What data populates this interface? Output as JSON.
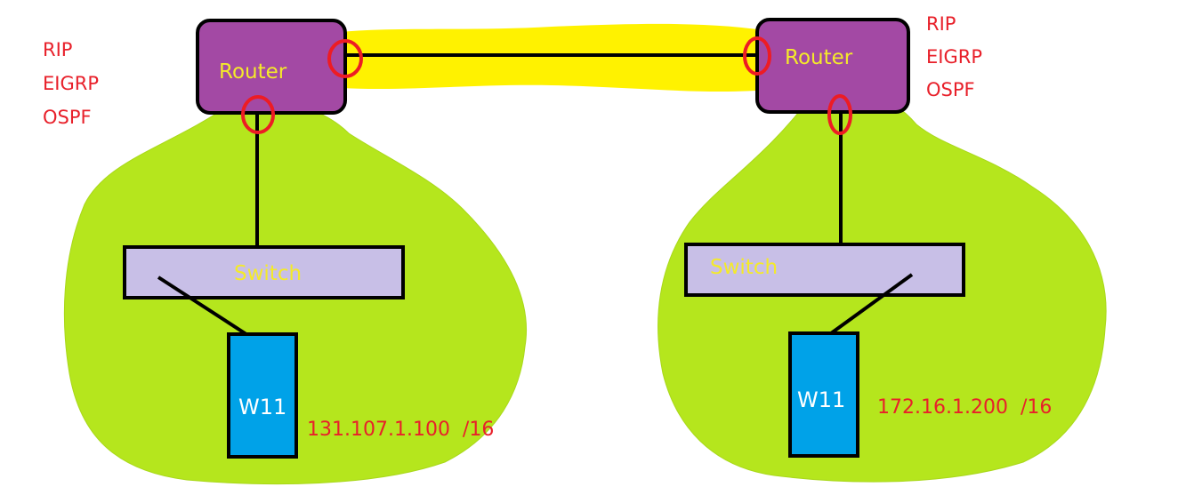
{
  "colors": {
    "network_blob": "#b5e61d",
    "router_fill": "#a349a4",
    "switch_fill": "#c8bfe7",
    "pc_fill": "#00a2e8",
    "highlight": "#fff200",
    "marker_circle": "#ed1c24",
    "protocol_text": "#ed1c24",
    "device_label_text": "#f4ea2a",
    "pc_label_text": "#ffffff"
  },
  "left": {
    "protocols": [
      "RIP",
      "EIGRP",
      "OSPF"
    ],
    "router_label": "Router",
    "switch_label": "Switch",
    "pc_label": "W11",
    "ip_label": "131.107.1.100  /16"
  },
  "right": {
    "protocols": [
      "RIP",
      "EIGRP",
      "OSPF"
    ],
    "router_label": "Router",
    "switch_label": "Switch",
    "pc_label": "W11",
    "ip_label": "172.16.1.200  /16"
  }
}
